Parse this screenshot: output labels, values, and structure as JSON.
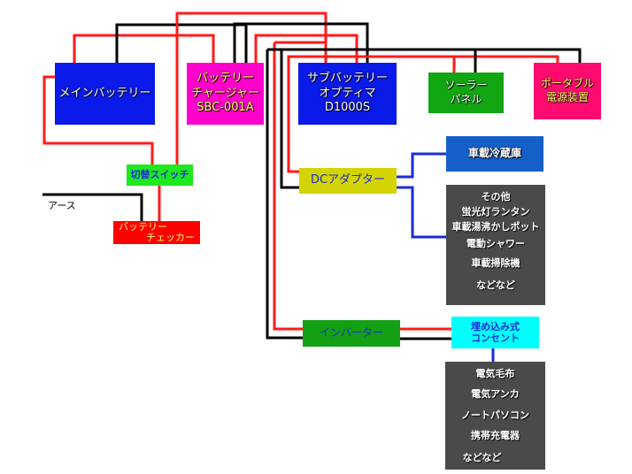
{
  "colors": {
    "positive_wire": "#ff1a1a",
    "negative_wire": "#000000",
    "ac_wire": "#1a2dd6",
    "main_battery": "#0a1ae8",
    "charger": "#ff00cc",
    "sub_battery": "#0a1ae8",
    "solar": "#12a612",
    "portable_power": "#ff0a6e",
    "switch": "#1ee81e",
    "checker": "#ff0000",
    "dc_adapter": "#d4d400",
    "fridge": "#1560c8",
    "inverter": "#14a014",
    "outlet": "#00ffff",
    "list_bg": "#4a4a4a"
  },
  "nodes": {
    "main_battery": {
      "lines": [
        "メインバッテリー"
      ]
    },
    "charger": {
      "lines": [
        "バッテリー",
        "チャージャー",
        "SBC-001A"
      ]
    },
    "sub_battery": {
      "lines": [
        "サブバッテリー",
        "オプティマ",
        "D1000S"
      ]
    },
    "solar": {
      "lines": [
        "ソーラー",
        "パネル"
      ]
    },
    "portable_power": {
      "lines": [
        "ポータブル",
        "電源装置"
      ]
    },
    "switch": {
      "lines": [
        "切替スイッチ"
      ]
    },
    "checker": {
      "lines": [
        "バッテリー",
        "チェッカー"
      ]
    },
    "earth": {
      "label": "アース"
    },
    "dc_adapter": {
      "lines": [
        "DCアダプター"
      ]
    },
    "fridge": {
      "lines": [
        "車載冷蔵庫"
      ]
    },
    "inverter": {
      "lines": [
        "インバーター"
      ]
    },
    "outlet": {
      "lines": [
        "埋め込み式",
        "コンセント"
      ]
    }
  },
  "dc_devices": [
    "その他",
    "蛍光灯ランタン",
    "車載湯沸かしポット",
    "電動シャワー",
    "車載掃除機",
    "などなど"
  ],
  "ac_devices": [
    "電気毛布",
    "電気アンカ",
    "ノートパソコン",
    "携帯充電器",
    "などなど"
  ]
}
